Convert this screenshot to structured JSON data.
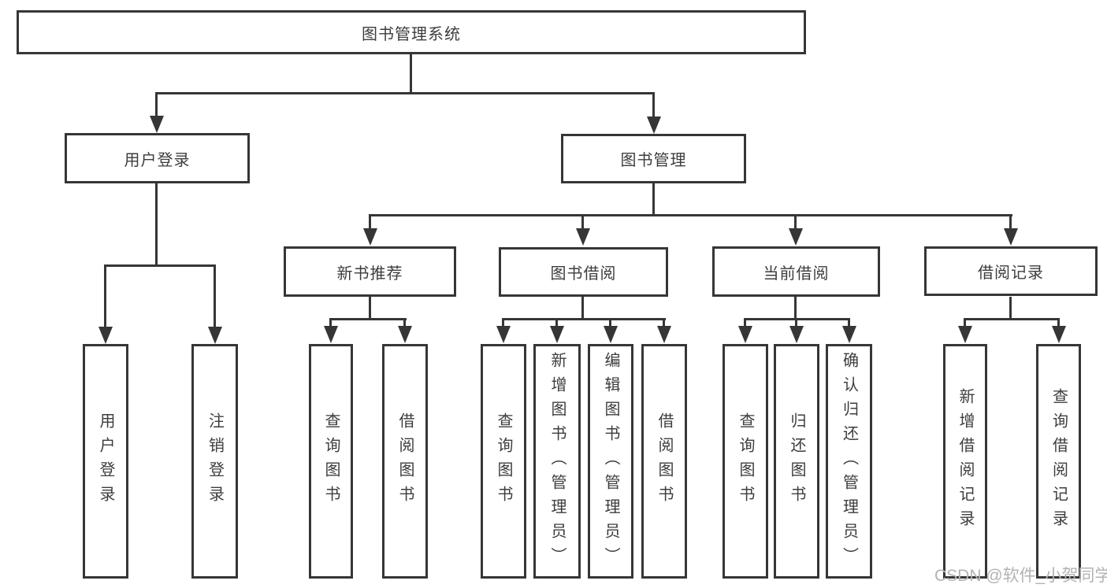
{
  "tree": {
    "root": {
      "label": "图书管理系统",
      "children": [
        {
          "label": "用户登录",
          "children": [
            {
              "label": "用户登录"
            },
            {
              "label": "注销登录"
            }
          ]
        },
        {
          "label": "图书管理",
          "children": [
            {
              "label": "新书推荐",
              "children": [
                {
                  "label": "查询图书"
                },
                {
                  "label": "借阅图书"
                }
              ]
            },
            {
              "label": "图书借阅",
              "children": [
                {
                  "label": "查询图书"
                },
                {
                  "label": "新增图书（管理员）"
                },
                {
                  "label": "编辑图书（管理员）"
                },
                {
                  "label": "借阅图书"
                }
              ]
            },
            {
              "label": "当前借阅",
              "children": [
                {
                  "label": "查询图书"
                },
                {
                  "label": "归还图书"
                },
                {
                  "label": "确认归还（管理员）"
                }
              ]
            },
            {
              "label": "借阅记录",
              "children": [
                {
                  "label": "新增借阅记录"
                },
                {
                  "label": "查询借阅记录"
                }
              ]
            }
          ]
        }
      ]
    }
  },
  "watermark": {
    "text": "CSDN @软件_小贺同学"
  },
  "colors": {
    "line": "#363636",
    "box_border": "#363636",
    "box_fill": "#ffffff",
    "text": "#3d3d3d",
    "watermark": "#b3b3b3",
    "background": "#ffffff"
  }
}
